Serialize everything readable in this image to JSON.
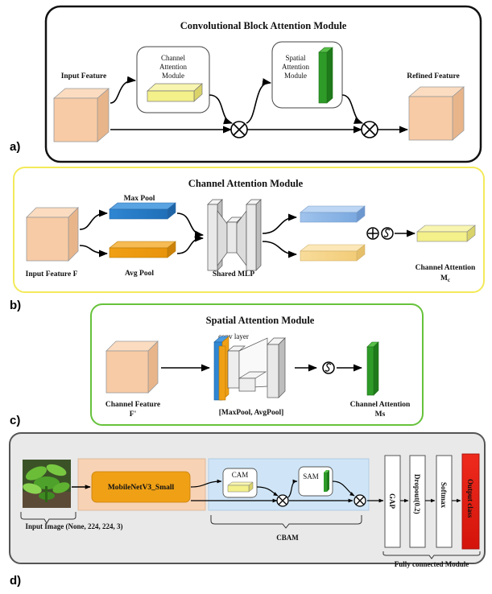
{
  "panel_a": {
    "label": "a)",
    "title": "Convolutional Block Attention Module",
    "input_feature": "Input Feature",
    "cam_line1": "Channel",
    "cam_line2": "Attention",
    "cam_line3": "Module",
    "sam_line1": "Spatial",
    "sam_line2": "Attention",
    "sam_line3": "Module",
    "refined_feature": "Refined Feature"
  },
  "panel_b": {
    "label": "b)",
    "title": "Channel Attention Module",
    "max_pool": "Max Pool",
    "avg_pool": "Avg Pool",
    "input_feature": "Input Feature F",
    "shared_mlp": "Shared MLP",
    "output_line1": "Channel Attention",
    "output_line2": "M",
    "output_sub": "c"
  },
  "panel_c": {
    "label": "c)",
    "title": "Spatial Attention Module",
    "conv_layer": "conv layer",
    "input_line1": "Channel Feature",
    "input_line2": "F'",
    "pool_label": "[MaxPool, AvgPool]",
    "output_line1": "Channel Attention",
    "output_line2": "Ms"
  },
  "panel_d": {
    "label": "d)",
    "backbone": "MobileNetV3_Small",
    "cam": "CAM",
    "sam": "SAM",
    "gap": "GAP",
    "dropout": "Dropout(0.2)",
    "softmax": "Softmax",
    "output_class": "Output class",
    "input_image": "Input Image (None, 224, 224, 3)",
    "cbam": "CBAM",
    "fc_module": "Fully connected Module"
  },
  "colors": {
    "cube_face": "#f7cba5",
    "cube_top": "#fbdcc0",
    "cube_side": "#e8b58b",
    "yellow_border": "#f3ea5a",
    "green_border": "#66c23b",
    "cam_plate": "#f4f08a",
    "sam_bar": "#2e9b28",
    "maxpool_blue": "#2f86d2",
    "avgpool_orange": "#f0a015",
    "backbone_orange": "#f0a015",
    "cbam_bg": "#cfe5f7",
    "output_red": "#e21b12"
  }
}
